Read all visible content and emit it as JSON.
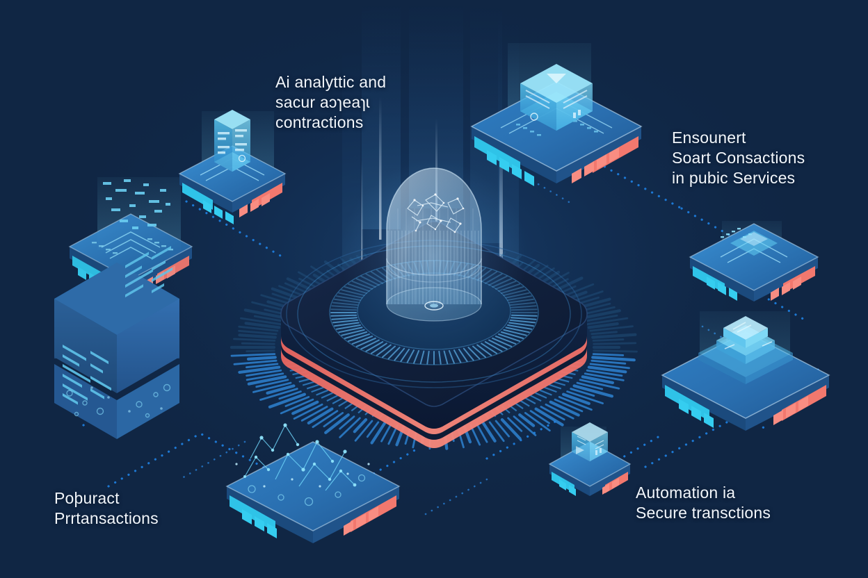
{
  "meta": {
    "title": "Isometric blockchain / smart-contract infographic",
    "background_color": "#102644",
    "accent_coral": "#f2786e",
    "accent_cyan": "#2fc3e8",
    "accent_blue": "#1e7fe0",
    "text_color": "#f2f6fb"
  },
  "labels": [
    {
      "id": "ai",
      "text": "Ai analyttic and\nsacur aɔɿeaɿɩ\ncontractions"
    },
    {
      "id": "smart",
      "text": "Ensounert\nSoart Consactions\nin pubic Services"
    },
    {
      "id": "popular",
      "text": "Poþuract\nPrrtansactions"
    },
    {
      "id": "automation",
      "text": "Automation ia\nSecure transctions"
    }
  ],
  "nodes": [
    {
      "id": "node-top-left",
      "icon": "server-stack-icon",
      "label_ref": "ai"
    },
    {
      "id": "node-top-right",
      "icon": "layered-cube-icon",
      "label_ref": "smart"
    },
    {
      "id": "node-left",
      "icon": "circuit-board-icon",
      "label_ref": null
    },
    {
      "id": "node-data-block",
      "icon": "data-code-block-icon",
      "label_ref": "popular"
    },
    {
      "id": "node-right-upper",
      "icon": "shield-chip-icon",
      "label_ref": null
    },
    {
      "id": "node-right-lower",
      "icon": "stacked-platform-icon",
      "label_ref": null
    },
    {
      "id": "node-bottom-left",
      "icon": "particle-network-icon",
      "label_ref": null
    },
    {
      "id": "node-bottom-right",
      "icon": "cube-chip-icon",
      "label_ref": "automation"
    },
    {
      "id": "node-center",
      "icon": "glass-dome-icon",
      "label_ref": null
    }
  ],
  "center": {
    "platform": "main-processor-platform",
    "dome": "glass-dome",
    "dome_contents": "network-globe-graphic",
    "base_ring": "radial-spoke-ring"
  }
}
